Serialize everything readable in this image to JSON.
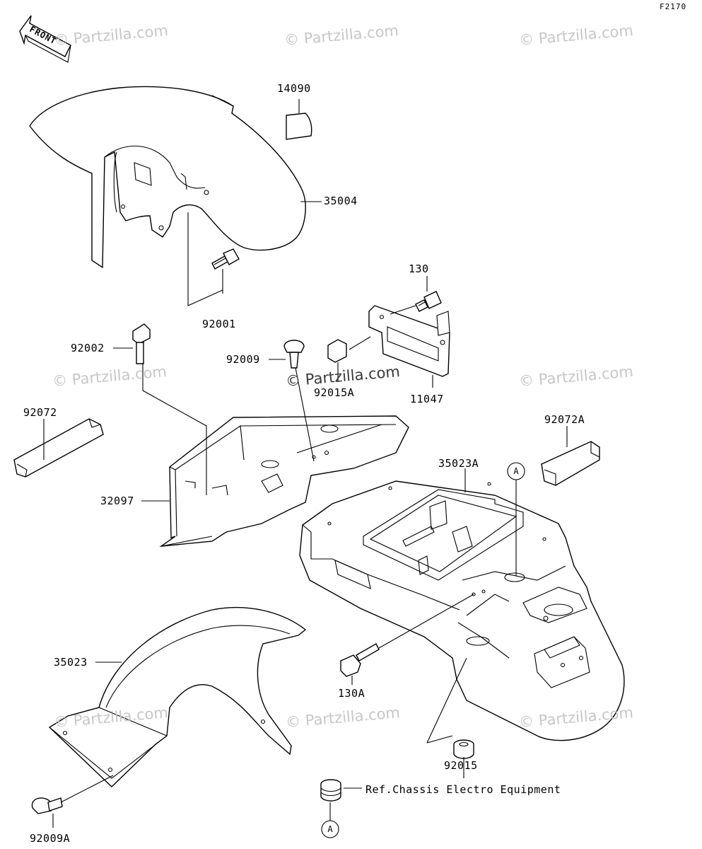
{
  "figure_id": "F2170",
  "front_label": "FRONT",
  "watermark": "© Partzilla.com",
  "reference_note": "Ref.Chassis Electro Equipment",
  "reference_marker": "A",
  "callouts": [
    {
      "part": "14090"
    },
    {
      "part": "35004"
    },
    {
      "part": "130"
    },
    {
      "part": "92001"
    },
    {
      "part": "92002"
    },
    {
      "part": "92009"
    },
    {
      "part": "92015A"
    },
    {
      "part": "11047"
    },
    {
      "part": "92072"
    },
    {
      "part": "92072A"
    },
    {
      "part": "35023A"
    },
    {
      "part": "32097"
    },
    {
      "part": "35023"
    },
    {
      "part": "130A"
    },
    {
      "part": "92015"
    },
    {
      "part": "92009A"
    }
  ]
}
